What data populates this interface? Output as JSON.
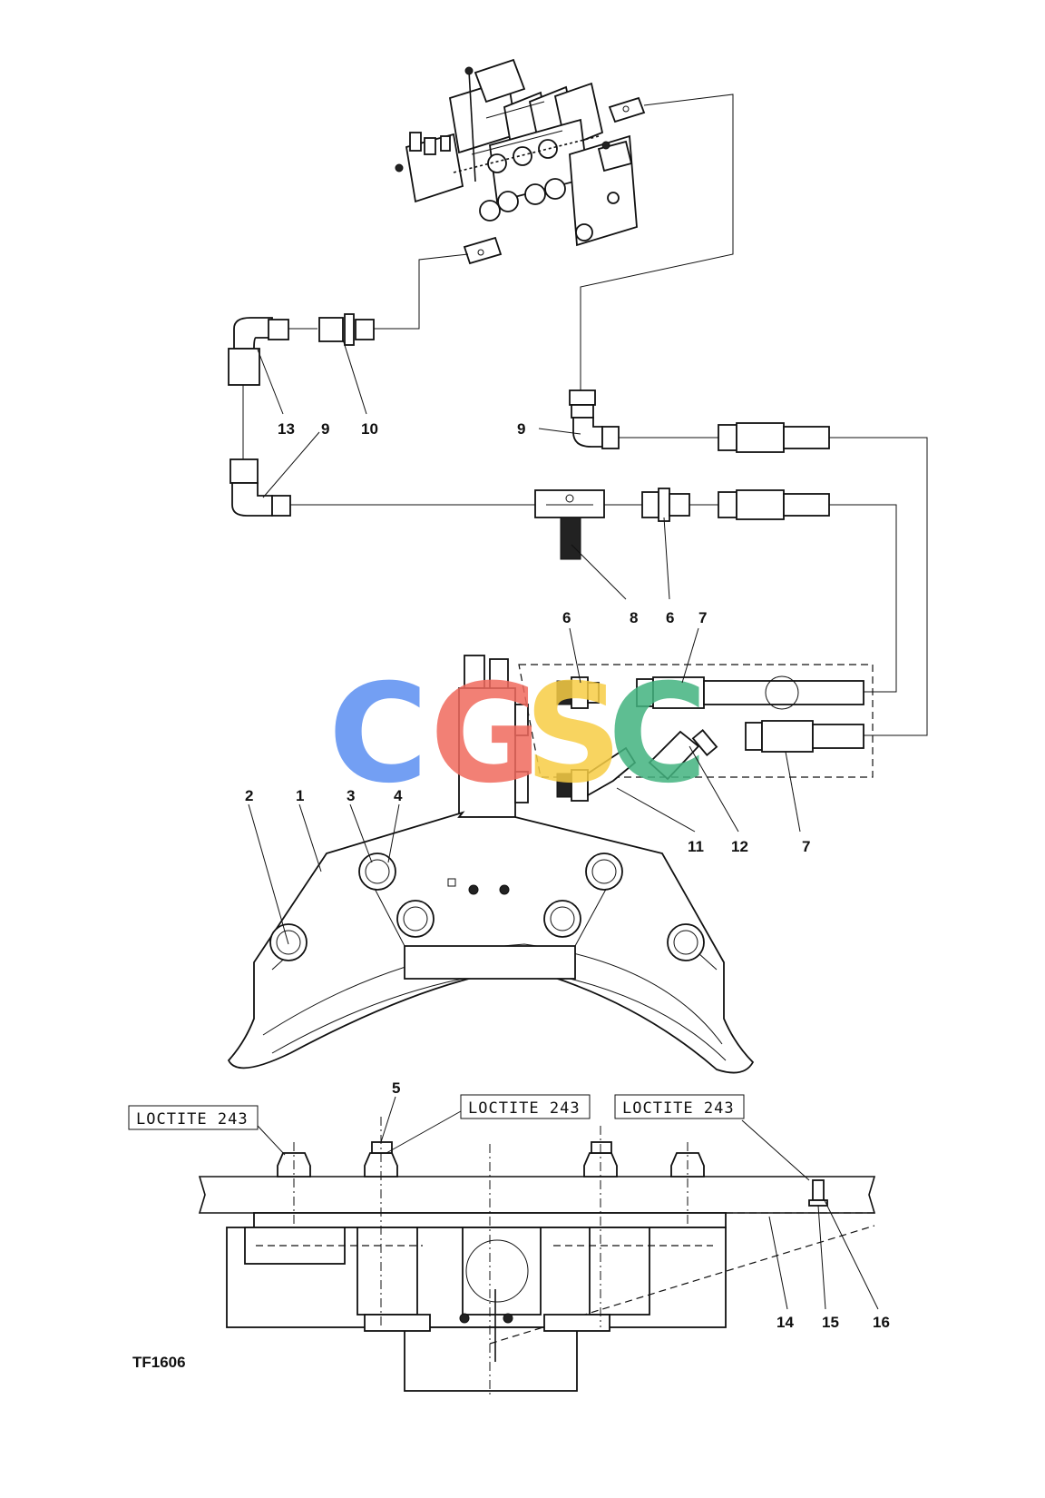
{
  "figure_id": "TF1606",
  "watermark": {
    "letters": [
      "C",
      "G",
      "S",
      "C"
    ],
    "colors": [
      "#5b8ff2",
      "#f06a5e",
      "#f7cd45",
      "#43b37f"
    ]
  },
  "callouts": {
    "c1": "1",
    "c2": "2",
    "c3": "3",
    "c4": "4",
    "c5": "5",
    "c6a": "6",
    "c6b": "6",
    "c7a": "7",
    "c7b": "7",
    "c8": "8",
    "c9a": "9",
    "c9b": "9",
    "c10": "10",
    "c11": "11",
    "c12": "12",
    "c13": "13",
    "c14": "14",
    "c15": "15",
    "c16": "16"
  },
  "notes": {
    "note_left": "LOCTITE 243",
    "note_center": "LOCTITE 243",
    "note_right": "LOCTITE 243"
  }
}
